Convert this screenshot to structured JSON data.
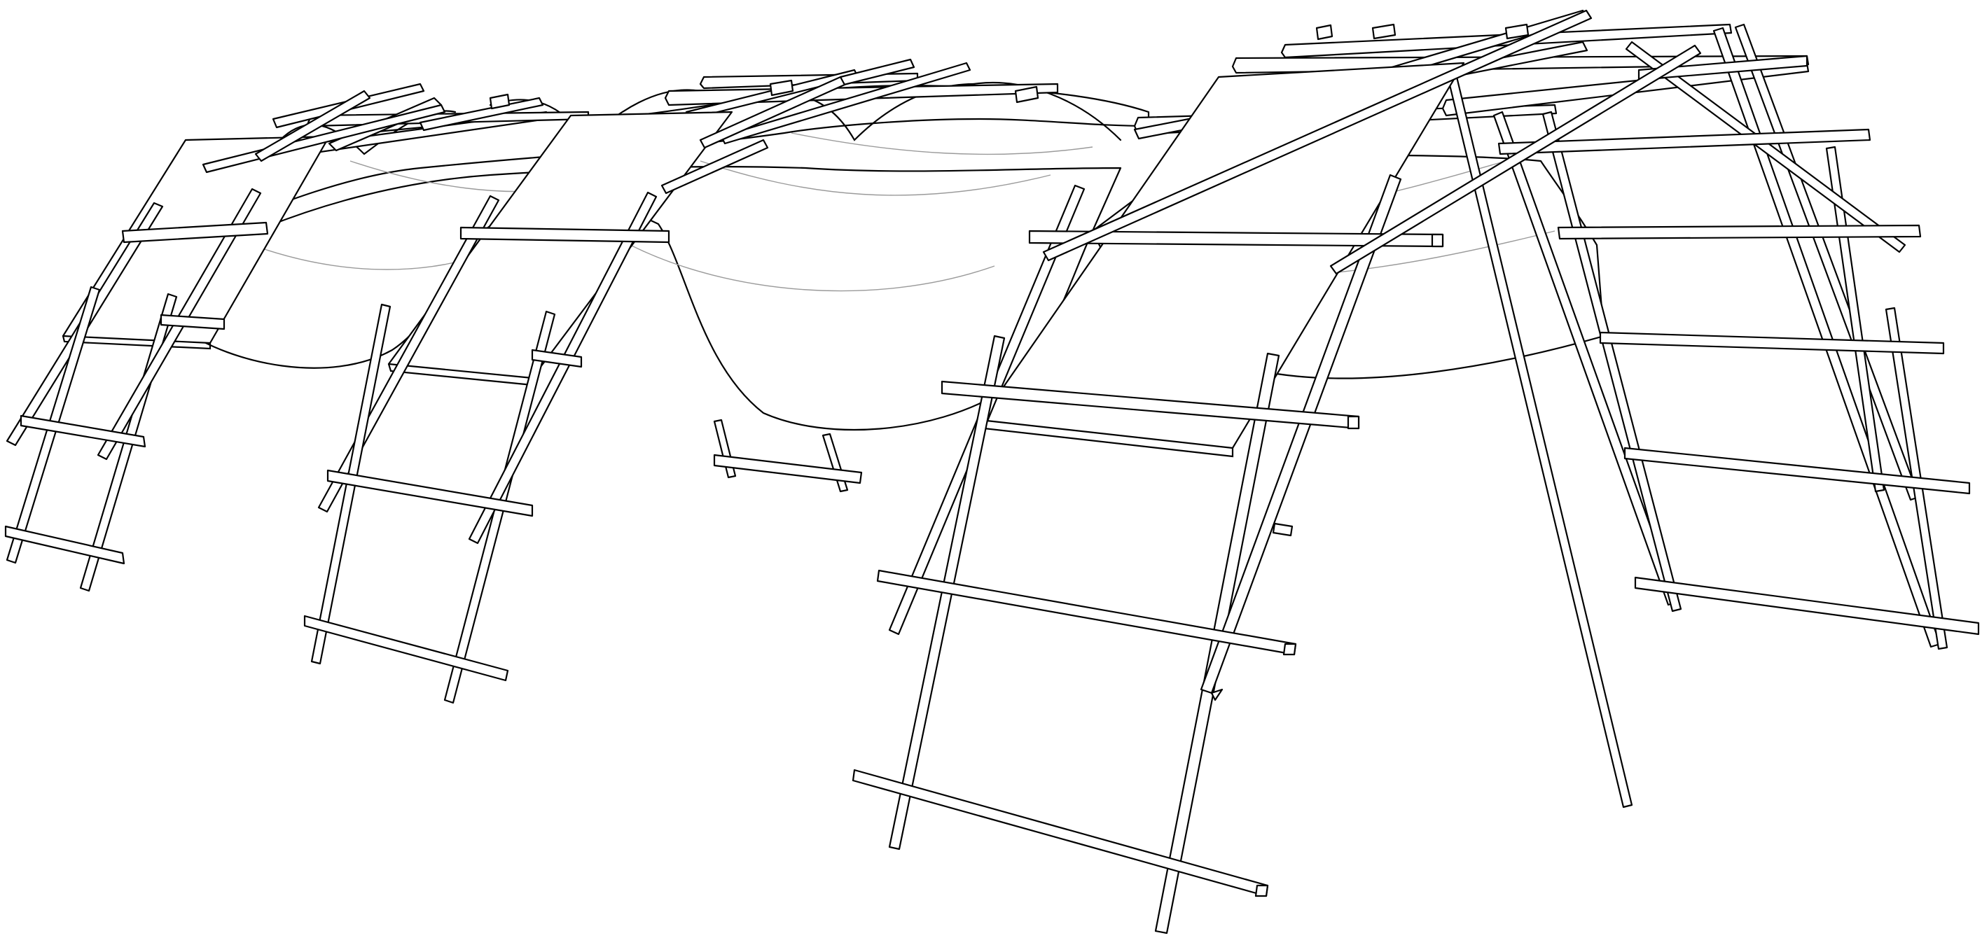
{
  "drawing": {
    "kind": "line-drawing",
    "colors": {
      "background": "#ffffff",
      "ink": "#000000",
      "hidden_line": "#9a9a9a"
    },
    "frames": [
      {
        "id": "frame-far-left",
        "ladders": 2,
        "has_roof_panel": true
      },
      {
        "id": "frame-middle-left",
        "ladders": 2,
        "has_roof_panel": true
      },
      {
        "id": "frame-front",
        "ladders": 2,
        "has_roof_panel": true
      },
      {
        "id": "frame-right",
        "ladders": 2,
        "has_roof_panel": false
      }
    ],
    "canopy": {
      "material": "fabric",
      "draped_between_frames": true
    }
  }
}
